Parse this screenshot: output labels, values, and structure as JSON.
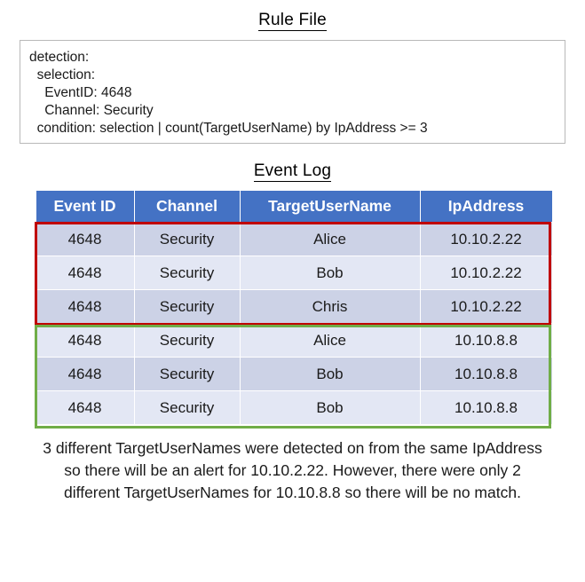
{
  "rule_section": {
    "title": "Rule File",
    "lines": [
      "detection:",
      "  selection:",
      "    EventID: 4648",
      "    Channel: Security",
      "  condition: selection | count(TargetUserName) by IpAddress >= 3"
    ]
  },
  "log_section": {
    "title": "Event Log",
    "columns": [
      "Event ID",
      "Channel",
      "TargetUserName",
      "IpAddress"
    ],
    "rows": [
      {
        "event_id": "4648",
        "channel": "Security",
        "user": "Alice",
        "ip": "10.10.2.22"
      },
      {
        "event_id": "4648",
        "channel": "Security",
        "user": "Bob",
        "ip": "10.10.2.22"
      },
      {
        "event_id": "4648",
        "channel": "Security",
        "user": "Chris",
        "ip": "10.10.2.22"
      },
      {
        "event_id": "4648",
        "channel": "Security",
        "user": "Alice",
        "ip": "10.10.8.8"
      },
      {
        "event_id": "4648",
        "channel": "Security",
        "user": "Bob",
        "ip": "10.10.8.8"
      },
      {
        "event_id": "4648",
        "channel": "Security",
        "user": "Bob",
        "ip": "10.10.8.8"
      }
    ],
    "highlights": {
      "match_color": "#c00000",
      "nomatch_color": "#70ad47",
      "header_color": "#4472c4",
      "row_dark": "#ccd2e6",
      "row_light": "#e3e7f4"
    }
  },
  "caption": {
    "text": "3 different TargetUserNames were detected on from the same IpAddress so there will be an alert for 10.10.2.22. However, there were only 2 different TargetUserNames for 10.10.8.8 so there will be no match."
  }
}
